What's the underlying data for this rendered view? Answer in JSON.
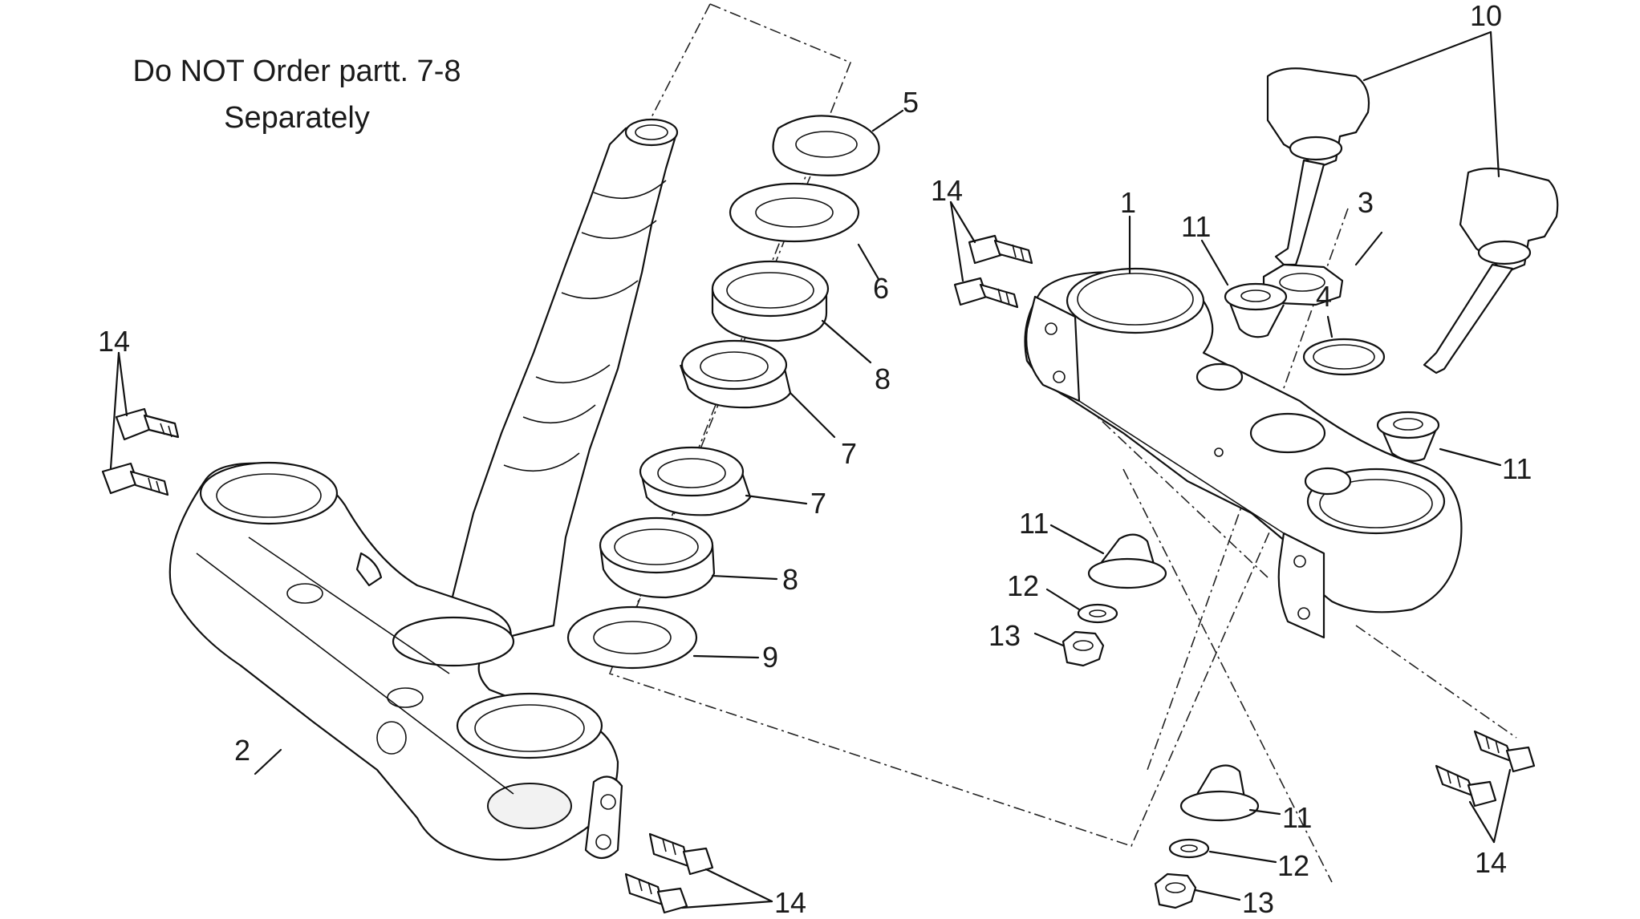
{
  "note": {
    "line1": "Do NOT Order partt. 7-8",
    "line2": "Separately"
  },
  "callouts": {
    "c1": "1",
    "c2": "2",
    "c3": "3",
    "c4": "4",
    "c5": "5",
    "c6": "6",
    "c7a": "7",
    "c7b": "7",
    "c8a": "8",
    "c8b": "8",
    "c9": "9",
    "c10": "10",
    "c11a": "11",
    "c11b": "11",
    "c11c": "11",
    "c11d": "11",
    "c12a": "12",
    "c12b": "12",
    "c13a": "13",
    "c13b": "13",
    "c14a": "14",
    "c14b": "14",
    "c14c": "14",
    "c14d": "14"
  }
}
